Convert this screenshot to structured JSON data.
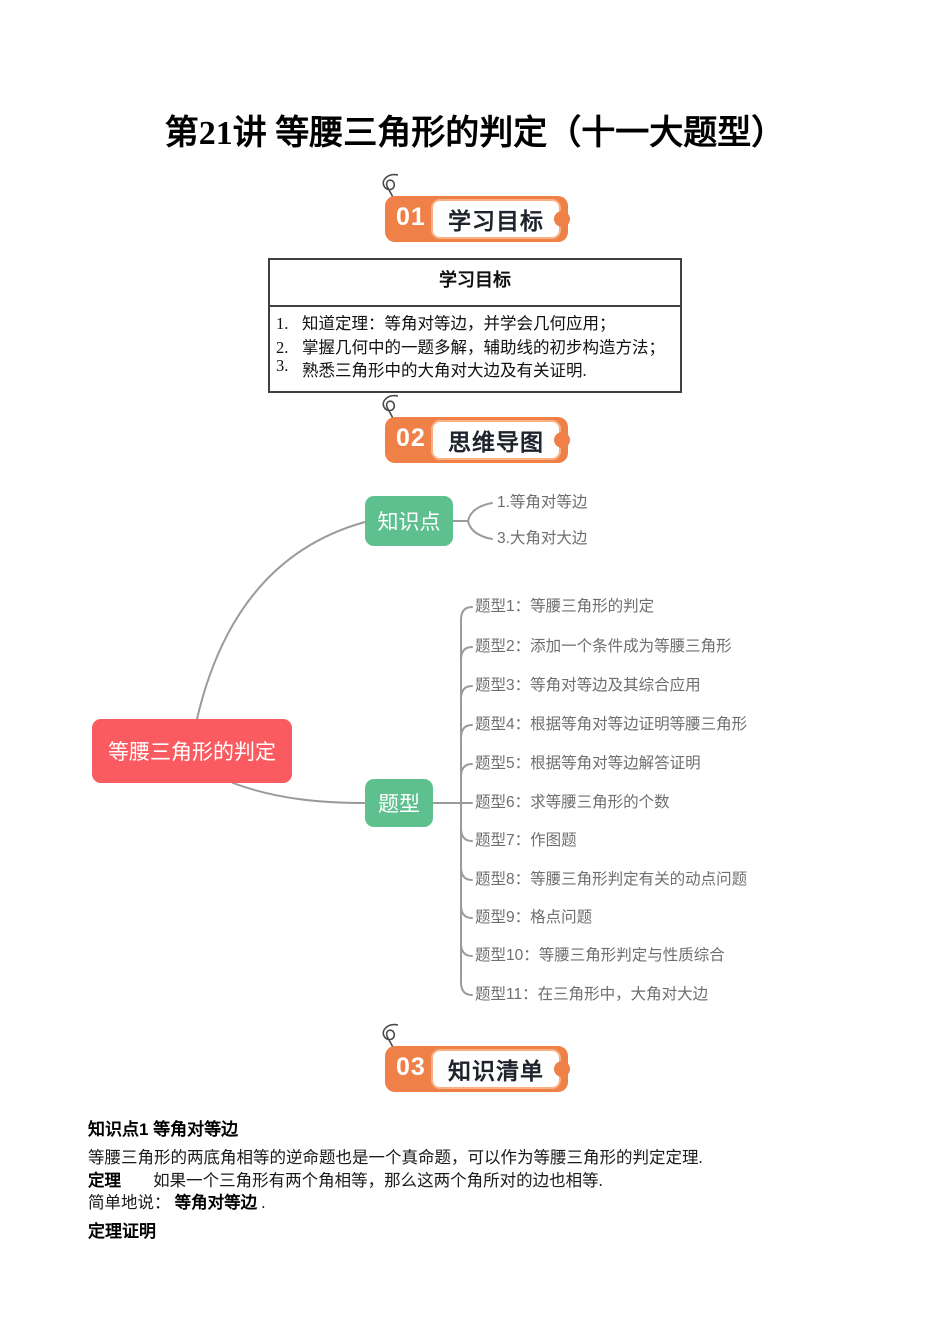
{
  "page": {
    "title": "第21讲 等腰三角形的判定（十一大题型）"
  },
  "sections": [
    {
      "num": "01",
      "label": "学习目标"
    },
    {
      "num": "02",
      "label": "思维导图"
    },
    {
      "num": "03",
      "label": "知识清单"
    }
  ],
  "goals_table": {
    "header": "学习目标",
    "items": [
      {
        "num": "1.",
        "text": "知道定理：等角对等边，并学会几何应用；"
      },
      {
        "num": "2.",
        "text": "掌握几何中的一题多解，辅助线的初步构造方法；"
      },
      {
        "num": "3.",
        "text": "熟悉三角形中的大角对大边及有关证明."
      }
    ]
  },
  "mindmap": {
    "root": "等腰三角形的判定",
    "knowledge_node": "知识点",
    "knowledge_items": [
      "1.等角对等边",
      "3.大角对大边"
    ],
    "topics_node": "题型",
    "topic_items": [
      "题型1：等腰三角形的判定",
      "题型2：添加一个条件成为等腰三角形",
      "题型3：等角对等边及其综合应用",
      "题型4：根据等角对等边证明等腰三角形",
      "题型5：根据等角对等边解答证明",
      "题型6：求等腰三角形的个数",
      "题型7：作图题",
      "题型8：等腰三角形判定有关的动点问题",
      "题型9：格点问题",
      "题型10：等腰三角形判定与性质综合",
      "题型11：在三角形中，大角对大边"
    ],
    "colors": {
      "root_node": "#F95B60",
      "branch_node": "#5FC08F",
      "connector": "#9B9B9B",
      "item_text": "#6E6E6E",
      "badge_orange": "#EF8148"
    }
  },
  "knowledge": {
    "heading": "知识点1 等角对等边",
    "intro": "等腰三角形的两底角相等的逆命题也是一个真命题，可以作为等腰三角形的判定定理.",
    "term_label": "定理",
    "term_text": "如果一个三角形有两个角相等，那么这两个角所对的边也相等.",
    "simple_prefix": "简单地说：",
    "simple_bold": "等角对等边",
    "simple_dot": ".",
    "proof_heading": "定理证明"
  }
}
